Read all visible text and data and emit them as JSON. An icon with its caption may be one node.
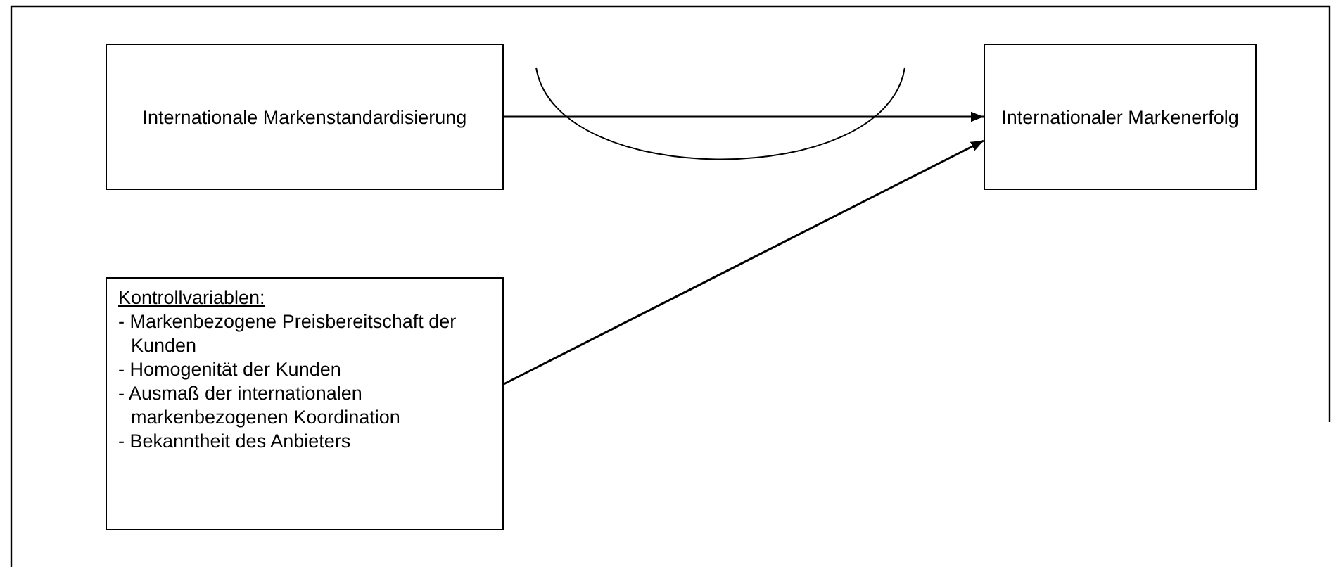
{
  "diagram": {
    "nodes": [
      {
        "text": [
          "Internationale Markenstandardisierung"
        ]
      },
      {
        "text": [
          "Internationaler Markenerfolg"
        ]
      },
      {
        "text": [
          "Kontrollvariablen:",
          "- Markenbezogene Preisbereitschaft der Kunden",
          "- Homogenität der Kunden",
          "- Ausmaß der internationalen markenbezogenen Koordination",
          "- Bekanntheit des Anbieters"
        ]
      }
    ],
    "edges": [
      {
        "from": 0,
        "to": 1,
        "arrow": "to"
      },
      {
        "from": 2,
        "to": 1,
        "arrow": "to"
      }
    ]
  }
}
